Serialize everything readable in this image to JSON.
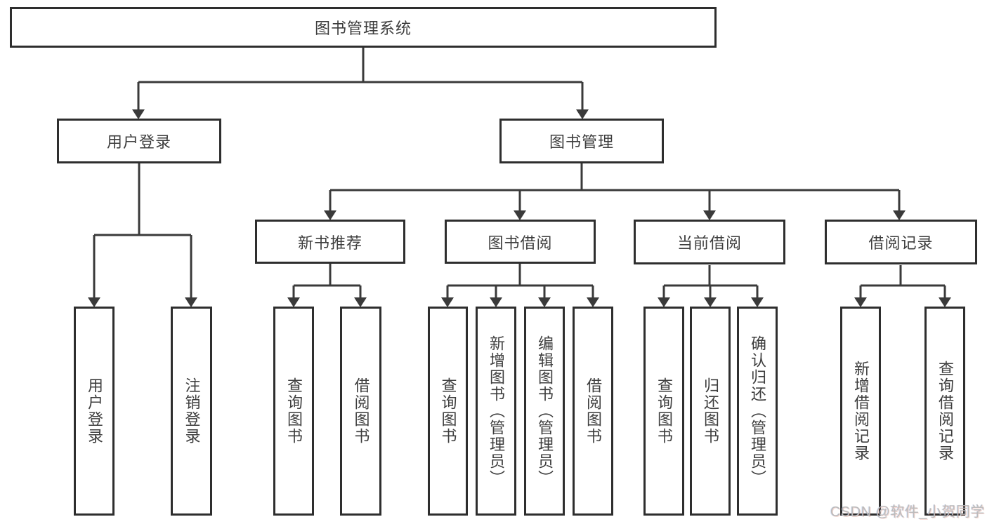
{
  "colors": {
    "line": "#3a3a3a",
    "border": "#2e2e2e",
    "text": "#3d3d3d",
    "background": "#ffffff",
    "watermark": "#bcbcbc"
  },
  "watermark": {
    "text": "CSDN @软件_小贺同学"
  },
  "tree": {
    "root": {
      "label": "图书管理系统"
    },
    "branches": [
      {
        "label": "用户登录",
        "children": [
          {
            "label": "用户登录"
          },
          {
            "label": "注销登录"
          }
        ]
      },
      {
        "label": "图书管理",
        "children": [
          {
            "label": "新书推荐",
            "children": [
              {
                "label": "查询图书"
              },
              {
                "label": "借阅图书"
              }
            ]
          },
          {
            "label": "图书借阅",
            "children": [
              {
                "label": "查询图书"
              },
              {
                "label": "新增图书（管理员）"
              },
              {
                "label": "编辑图书（管理员）"
              },
              {
                "label": "借阅图书"
              }
            ]
          },
          {
            "label": "当前借阅",
            "children": [
              {
                "label": "查询图书"
              },
              {
                "label": "归还图书"
              },
              {
                "label": "确认归还（管理员）"
              }
            ]
          },
          {
            "label": "借阅记录",
            "children": [
              {
                "label": "新增借阅记录"
              },
              {
                "label": "查询借阅记录"
              }
            ]
          }
        ]
      }
    ]
  }
}
